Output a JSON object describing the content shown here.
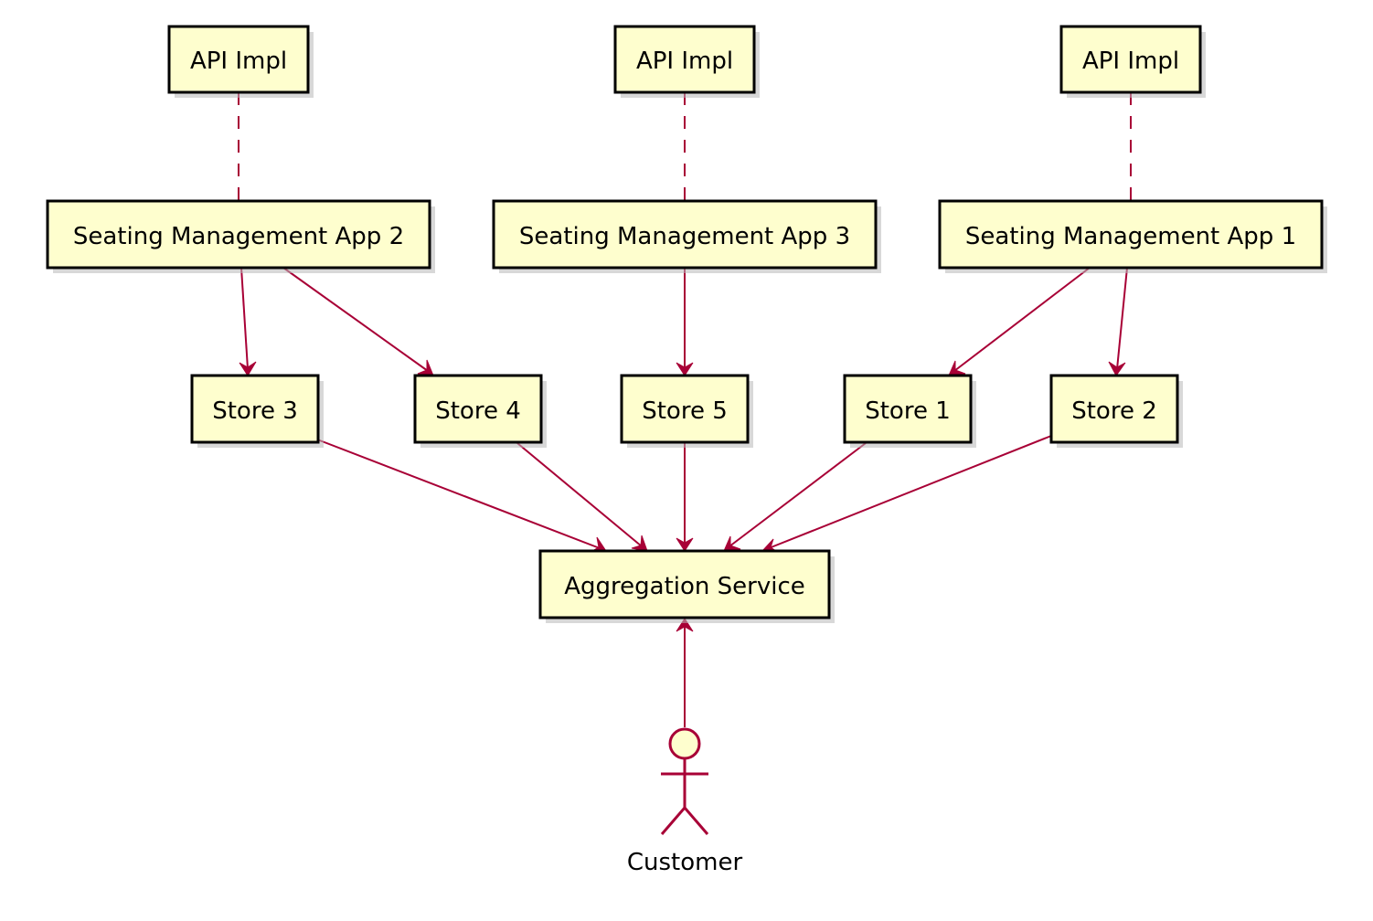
{
  "diagram": {
    "type": "deployment",
    "colors": {
      "node_fill": "#FEFECE",
      "node_border": "#000000",
      "edge": "#A80036"
    },
    "nodes": {
      "api_impl_2": {
        "label": "API Impl"
      },
      "api_impl_3": {
        "label": "API Impl"
      },
      "api_impl_1": {
        "label": "API Impl"
      },
      "seating_app_2": {
        "label": "Seating Management App 2"
      },
      "seating_app_3": {
        "label": "Seating Management App 3"
      },
      "seating_app_1": {
        "label": "Seating Management App 1"
      },
      "store_3": {
        "label": "Store 3"
      },
      "store_4": {
        "label": "Store 4"
      },
      "store_5": {
        "label": "Store 5"
      },
      "store_1": {
        "label": "Store 1"
      },
      "store_2": {
        "label": "Store 2"
      },
      "aggregation_service": {
        "label": "Aggregation Service"
      }
    },
    "actor": {
      "label": "Customer"
    },
    "edges": [
      {
        "from": "api_impl_2",
        "to": "seating_app_2",
        "style": "dashed"
      },
      {
        "from": "api_impl_3",
        "to": "seating_app_3",
        "style": "dashed"
      },
      {
        "from": "api_impl_1",
        "to": "seating_app_1",
        "style": "dashed"
      },
      {
        "from": "seating_app_2",
        "to": "store_3",
        "style": "arrow"
      },
      {
        "from": "seating_app_2",
        "to": "store_4",
        "style": "arrow"
      },
      {
        "from": "seating_app_3",
        "to": "store_5",
        "style": "arrow"
      },
      {
        "from": "seating_app_1",
        "to": "store_1",
        "style": "arrow"
      },
      {
        "from": "seating_app_1",
        "to": "store_2",
        "style": "arrow"
      },
      {
        "from": "store_3",
        "to": "aggregation_service",
        "style": "arrow"
      },
      {
        "from": "store_4",
        "to": "aggregation_service",
        "style": "arrow"
      },
      {
        "from": "store_5",
        "to": "aggregation_service",
        "style": "arrow"
      },
      {
        "from": "store_1",
        "to": "aggregation_service",
        "style": "arrow"
      },
      {
        "from": "store_2",
        "to": "aggregation_service",
        "style": "arrow"
      },
      {
        "from": "customer",
        "to": "aggregation_service",
        "style": "arrow"
      }
    ]
  }
}
